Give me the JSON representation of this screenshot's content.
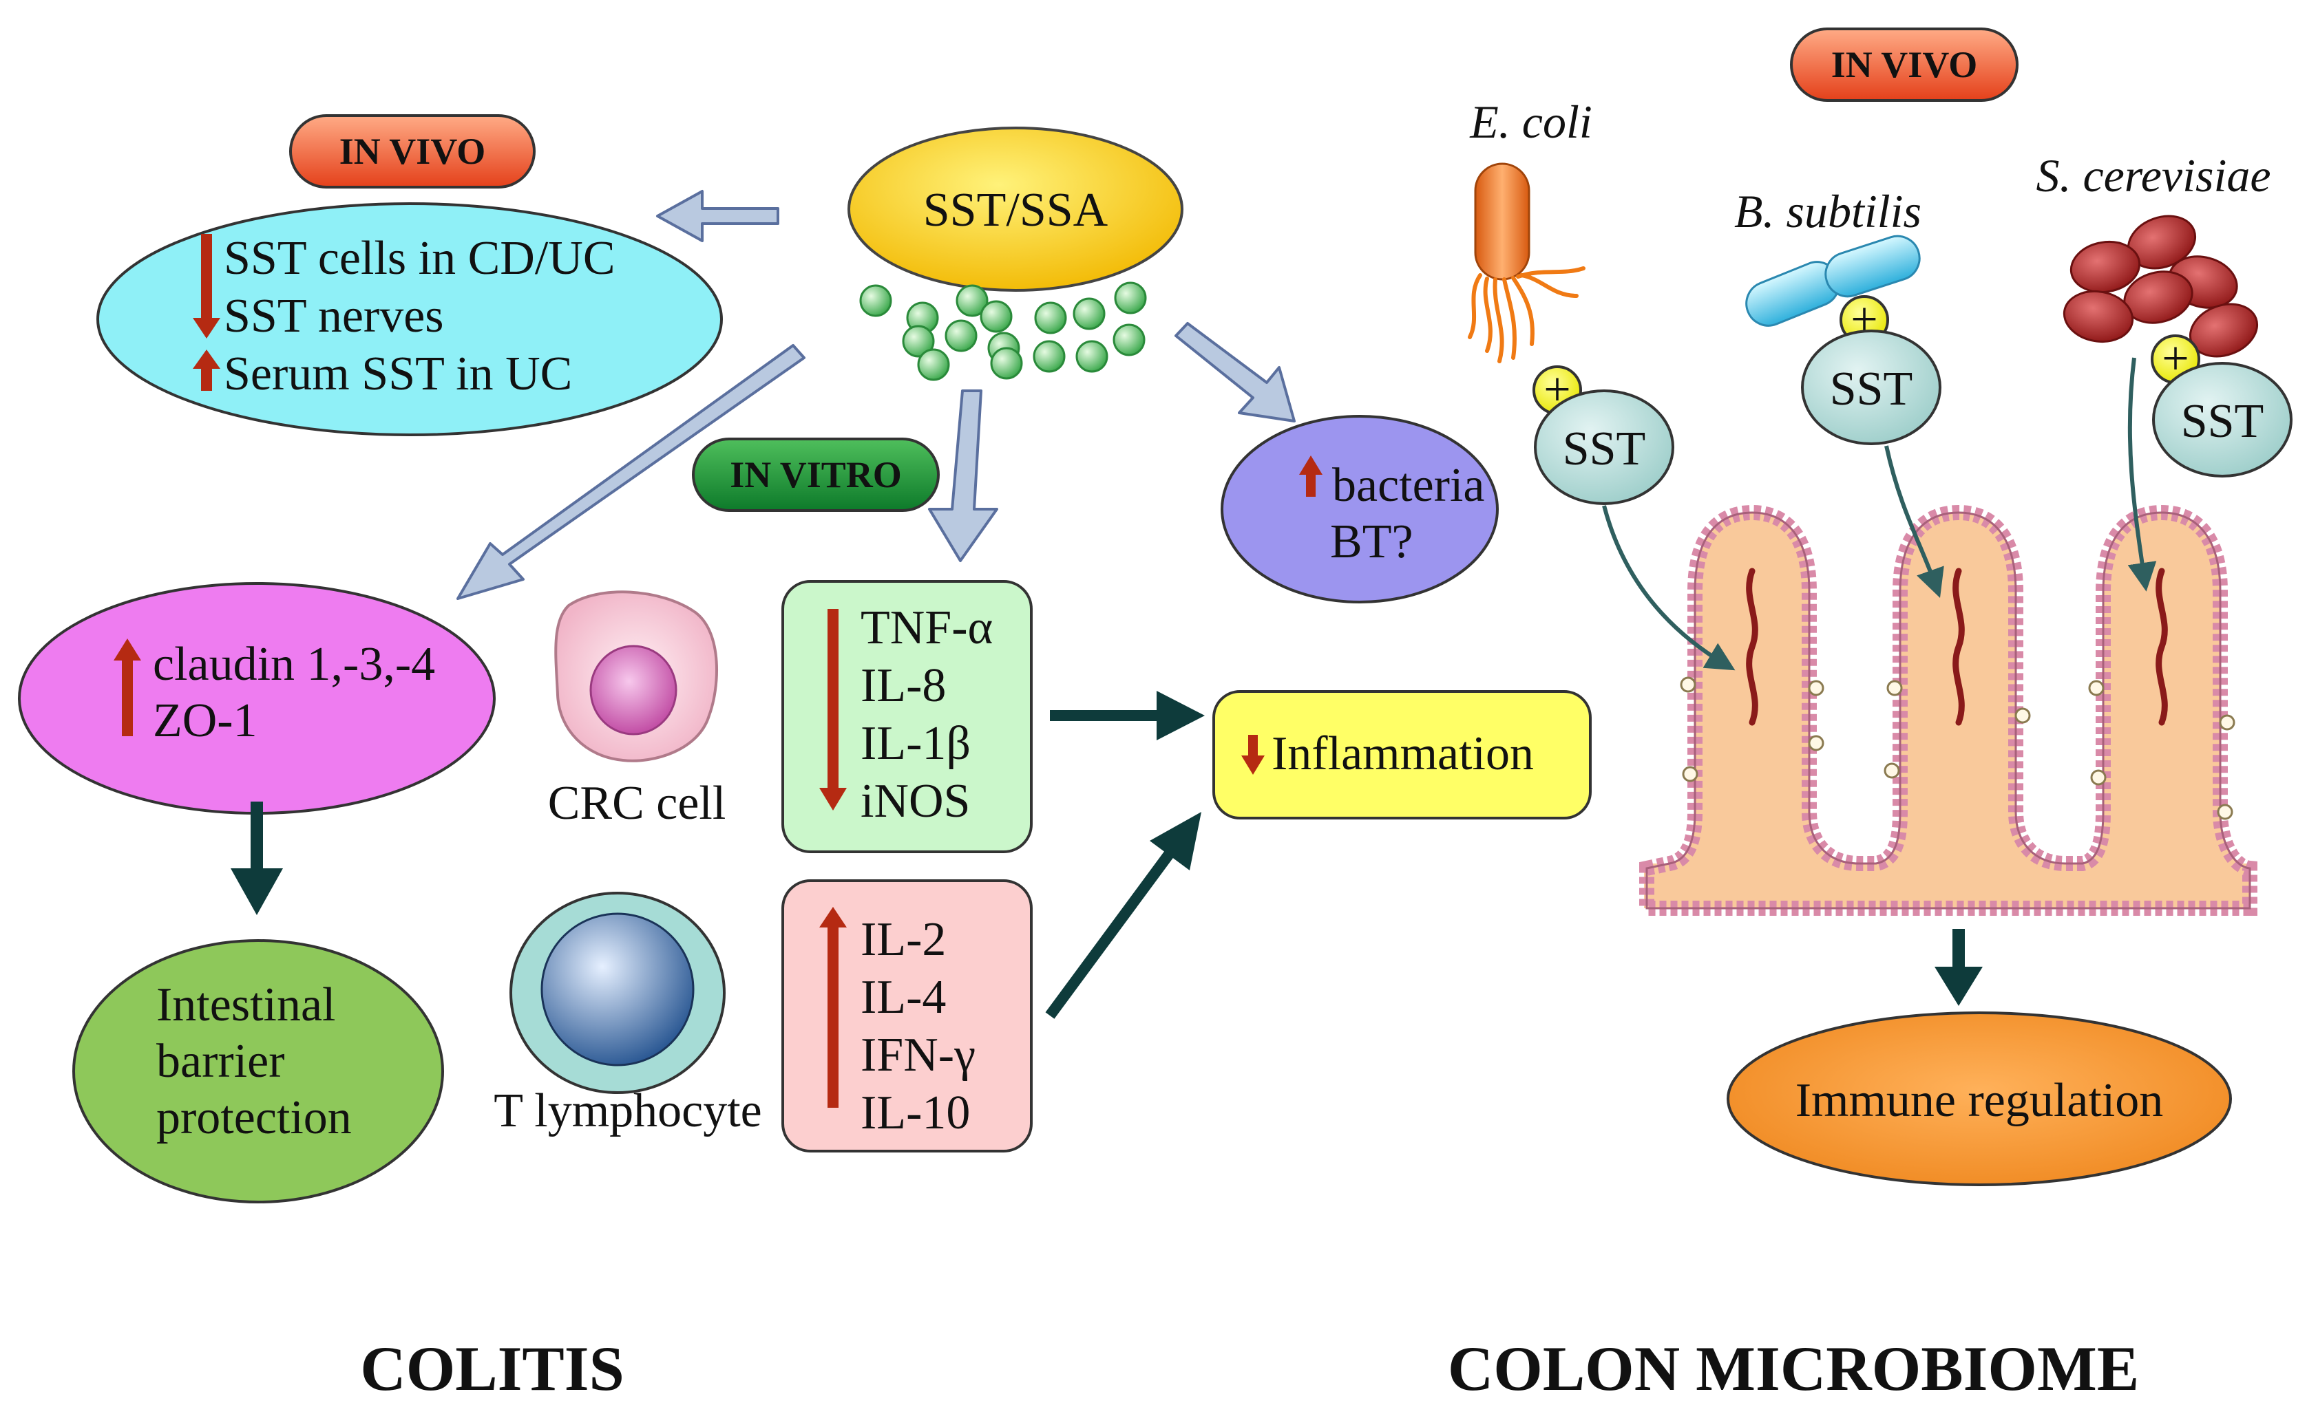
{
  "colitis": {
    "in_vivo_tag": "IN VIVO",
    "in_vitro_tag": "IN VITRO",
    "sst_ssa": "SST/SSA",
    "sst_box": [
      "SST cells in CD/UC",
      "SST nerves",
      "Serum SST in UC"
    ],
    "claudin": [
      "claudin 1,-3,-4",
      "ZO-1"
    ],
    "barrier": [
      "Intestinal",
      "barrier",
      "protection"
    ],
    "crc_cell": "CRC cell",
    "t_lymphocyte": "T lymphocyte",
    "decreased_cytokines": [
      "TNF-α",
      "IL-8",
      "IL-1β",
      "iNOS"
    ],
    "increased_cytokines": [
      "IL-2",
      "IL-4",
      "IFN-γ",
      "IL-10"
    ],
    "bacteria": [
      "bacteria",
      "BT?"
    ],
    "inflammation": "Inflammation",
    "section_title": "COLITIS"
  },
  "microbiome": {
    "in_vivo_tag": "IN VIVO",
    "organisms": [
      "E. coli",
      "B. subtilis",
      "S. cerevisiae"
    ],
    "sst_label": "SST",
    "plus": "+",
    "immune": "Immune regulation",
    "section_title": "COLON MICROBIOME"
  },
  "colors": {
    "red_arrow": "#b52a12",
    "dark_arrow": "#0e3b3b",
    "light_arrow": "#b9c9e0",
    "cyan": "#8ff0f7",
    "magenta": "#ee7cf0",
    "green": "#8ec85a",
    "violet": "#9c95ef",
    "yellow": "#ffff66",
    "orange": "#f79232"
  }
}
